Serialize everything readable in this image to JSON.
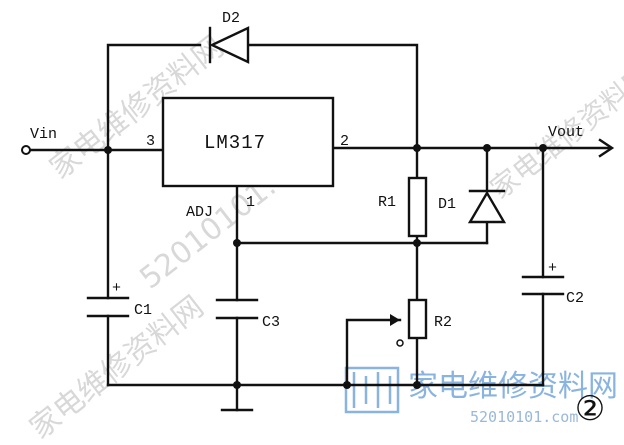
{
  "labels": {
    "vin": "Vin",
    "vout": "Vout",
    "ic": "LM317",
    "pin_in": "3",
    "pin_out": "2",
    "pin_adj": "1",
    "adj": "ADJ",
    "d1": "D1",
    "d2": "D2",
    "r1": "R1",
    "r2": "R2",
    "c1": "C1",
    "c2": "C2",
    "c3": "C3",
    "plus_c1": "+",
    "plus_c2": "+",
    "figure_number": "②"
  },
  "watermark": {
    "site_cn": "家电维修资料网",
    "site_url": "52010101.com"
  },
  "colors": {
    "wire": "#111111",
    "watermark_gray": "#b9b9b9",
    "watermark_blue": "#8ab4e0"
  }
}
